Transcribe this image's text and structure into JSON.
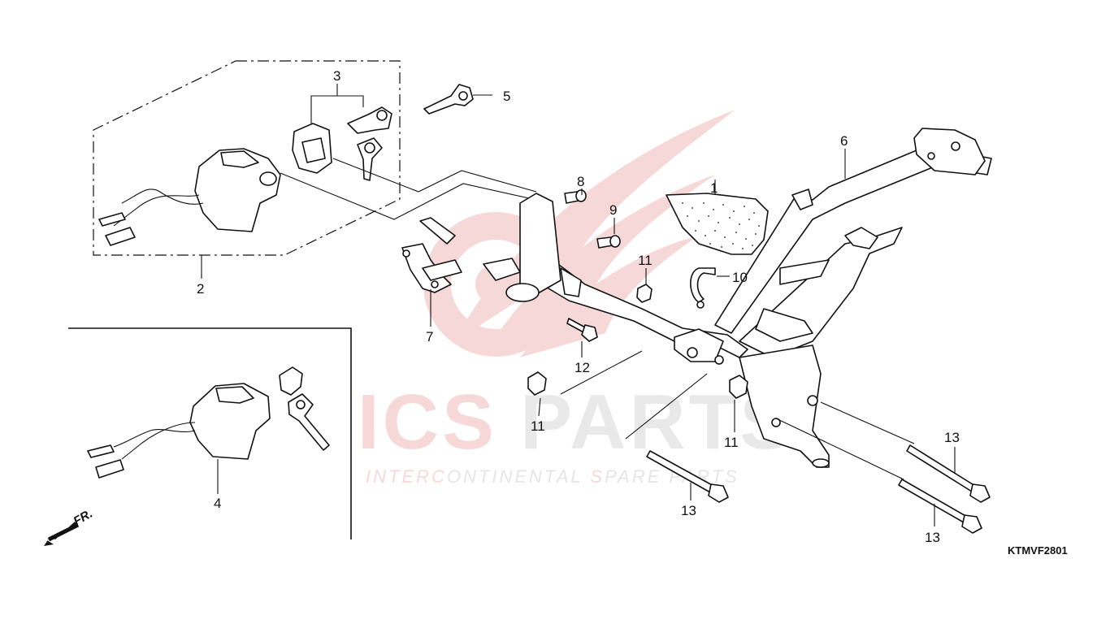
{
  "diagram": {
    "code": "KTMVF2801",
    "direction_label": "FR.",
    "callouts": {
      "c1": "1",
      "c2": "2",
      "c3": "3",
      "c4": "4",
      "c5": "5",
      "c6": "6",
      "c7": "7",
      "c8": "8",
      "c9": "9",
      "c10": "10",
      "c11a": "11",
      "c11b": "11",
      "c11c": "11",
      "c12": "12",
      "c13a": "13",
      "c13b": "13",
      "c13c": "13"
    }
  },
  "watermark": {
    "brand_left": "ICS",
    "brand_right": "PARTS",
    "tagline_a": "INTER",
    "tagline_b": "C",
    "tagline_c": "ONTINENTAL ",
    "tagline_d": "S",
    "tagline_e": "PARE PARTS",
    "colors": {
      "red": "#e8888c",
      "gray": "#c8c8c8"
    }
  }
}
